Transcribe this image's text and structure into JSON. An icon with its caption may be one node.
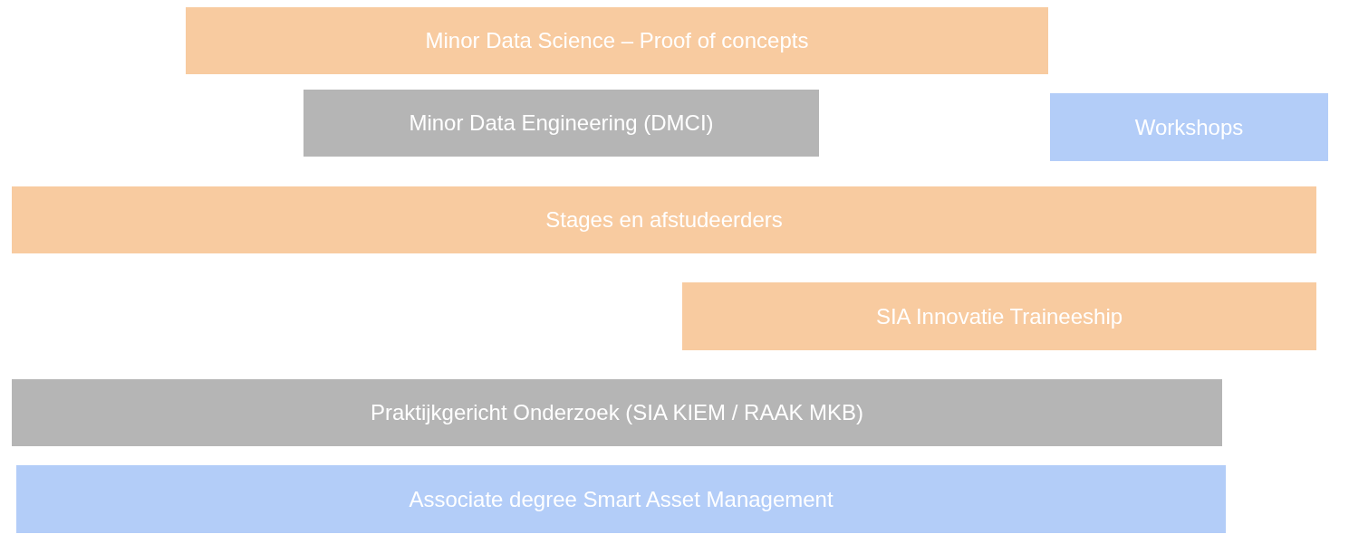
{
  "diagram": {
    "nodes": [
      {
        "text": [
          "Minor Data Science – Proof of concepts"
        ]
      },
      {
        "text": [
          "Minor Data Engineering (DMCI)"
        ]
      },
      {
        "text": [
          "Workshops"
        ]
      },
      {
        "text": [
          "Stages en afstudeerders"
        ]
      },
      {
        "text": [
          "SIA Innovatie Traineeship"
        ]
      },
      {
        "text": [
          "Praktijkgericht Onderzoek (SIA KIEM / RAAK MKB)"
        ]
      },
      {
        "text": [
          "Associate degree Smart Asset Management"
        ]
      }
    ]
  }
}
